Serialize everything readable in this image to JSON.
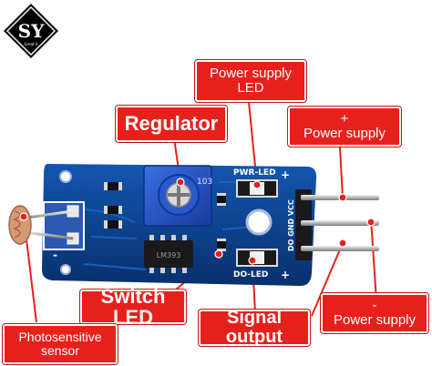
{
  "logo": {
    "monogram": "SY",
    "caption": "Great it"
  },
  "labels": {
    "power_led": "Power supply\nLED",
    "regulator": "Regulator",
    "plus_power": "+\nPower supply",
    "switch_led": "Switch LED",
    "signal_output": "Signal output",
    "minus_power": "-\nPower supply",
    "photosensitive": "Photosensitive\nsensor"
  },
  "silkscreen": {
    "pwr_led": "PWR-LED",
    "do_led": "DO-LED",
    "pins": "DO GND VCC",
    "chip": "LM393",
    "pot": "103",
    "plus1": "+",
    "plus2": "+",
    "minus": "-"
  },
  "colors": {
    "callout": "#e8201c",
    "board": "#0b3f8c",
    "pot": "#1f4fc7",
    "leads": "#c9c9c9"
  }
}
